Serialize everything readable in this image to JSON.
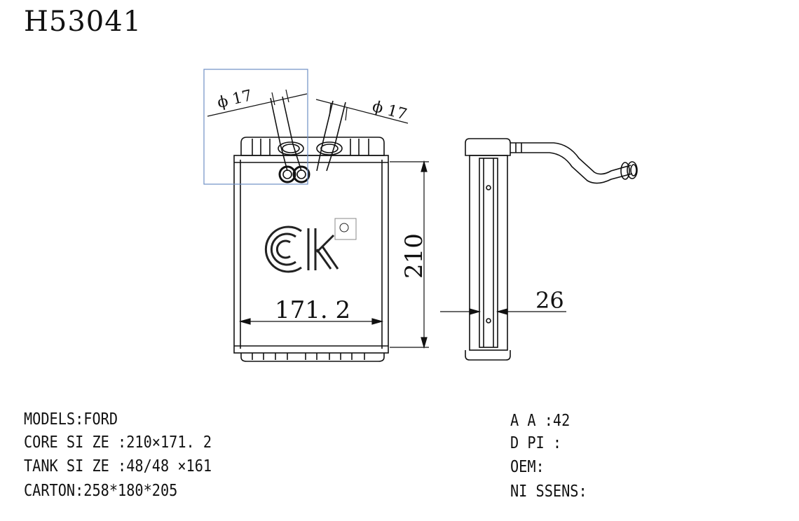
{
  "title": "H53041",
  "dimensions": {
    "pipe_left": "ϕ 17",
    "pipe_right": "ϕ 17",
    "height": "210",
    "width": "171. 2",
    "depth": "26"
  },
  "logo": {
    "name": "ck-logo"
  },
  "specs_left": [
    "MODELS:FORD",
    "CORE SI ZE :210×171. 2",
    "TANK SI ZE :48/48 ×161",
    "CARTON:258*180*205"
  ],
  "specs_right": [
    "A A :42",
    "D PI :",
    "OEM:",
    "NI SSENS:"
  ]
}
